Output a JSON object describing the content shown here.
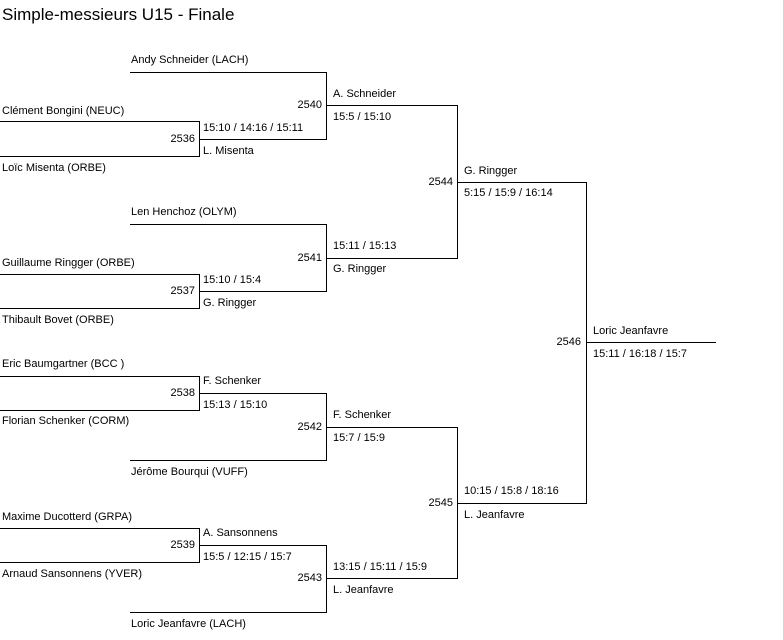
{
  "title": "Simple-messieurs U15 - Finale",
  "players": [
    "Andy Schneider (LACH)",
    "Clément Bongini (NEUC)",
    "Loïc Misenta (ORBE)",
    "Len Henchoz (OLYM)",
    "Guillaume Ringger (ORBE)",
    "Thibault Bovet (ORBE)",
    "Eric Baumgartner (BCC )",
    "Florian Schenker (CORM)",
    "Jérôme Bourqui (VUFF)",
    "Maxime Ducotterd (GRPA)",
    "Arnaud Sansonnens (YVER)",
    "Loric Jeanfavre (LACH)"
  ],
  "matches": {
    "m2536": {
      "id": "2536",
      "winner": "L. Misenta",
      "score": "15:10 / 14:16 / 15:11"
    },
    "m2537": {
      "id": "2537",
      "winner": "G. Ringger",
      "score": "15:10 / 15:4"
    },
    "m2538": {
      "id": "2538",
      "winner": "F. Schenker",
      "score": "15:13 / 15:10"
    },
    "m2539": {
      "id": "2539",
      "winner": "A. Sansonnens",
      "score": "15:5 / 12:15 / 15:7"
    },
    "m2540": {
      "id": "2540",
      "winner": "A. Schneider",
      "score": "15:5 / 15:10"
    },
    "m2541": {
      "id": "2541",
      "winner": "G. Ringger",
      "score": "15:11 / 15:13"
    },
    "m2542": {
      "id": "2542",
      "winner": "F. Schenker",
      "score": "15:7 / 15:9"
    },
    "m2543": {
      "id": "2543",
      "winner": "L. Jeanfavre",
      "score": "13:15 / 15:11 / 15:9"
    },
    "m2544": {
      "id": "2544",
      "winner": "G. Ringger",
      "score": "5:15 / 15:9 / 16:14"
    },
    "m2545": {
      "id": "2545",
      "winner": "L. Jeanfavre",
      "score": "10:15 / 15:8 / 18:16"
    },
    "m2546": {
      "id": "2546",
      "winner": "Loric Jeanfavre",
      "score": "15:11 / 16:18 / 15:7"
    }
  }
}
